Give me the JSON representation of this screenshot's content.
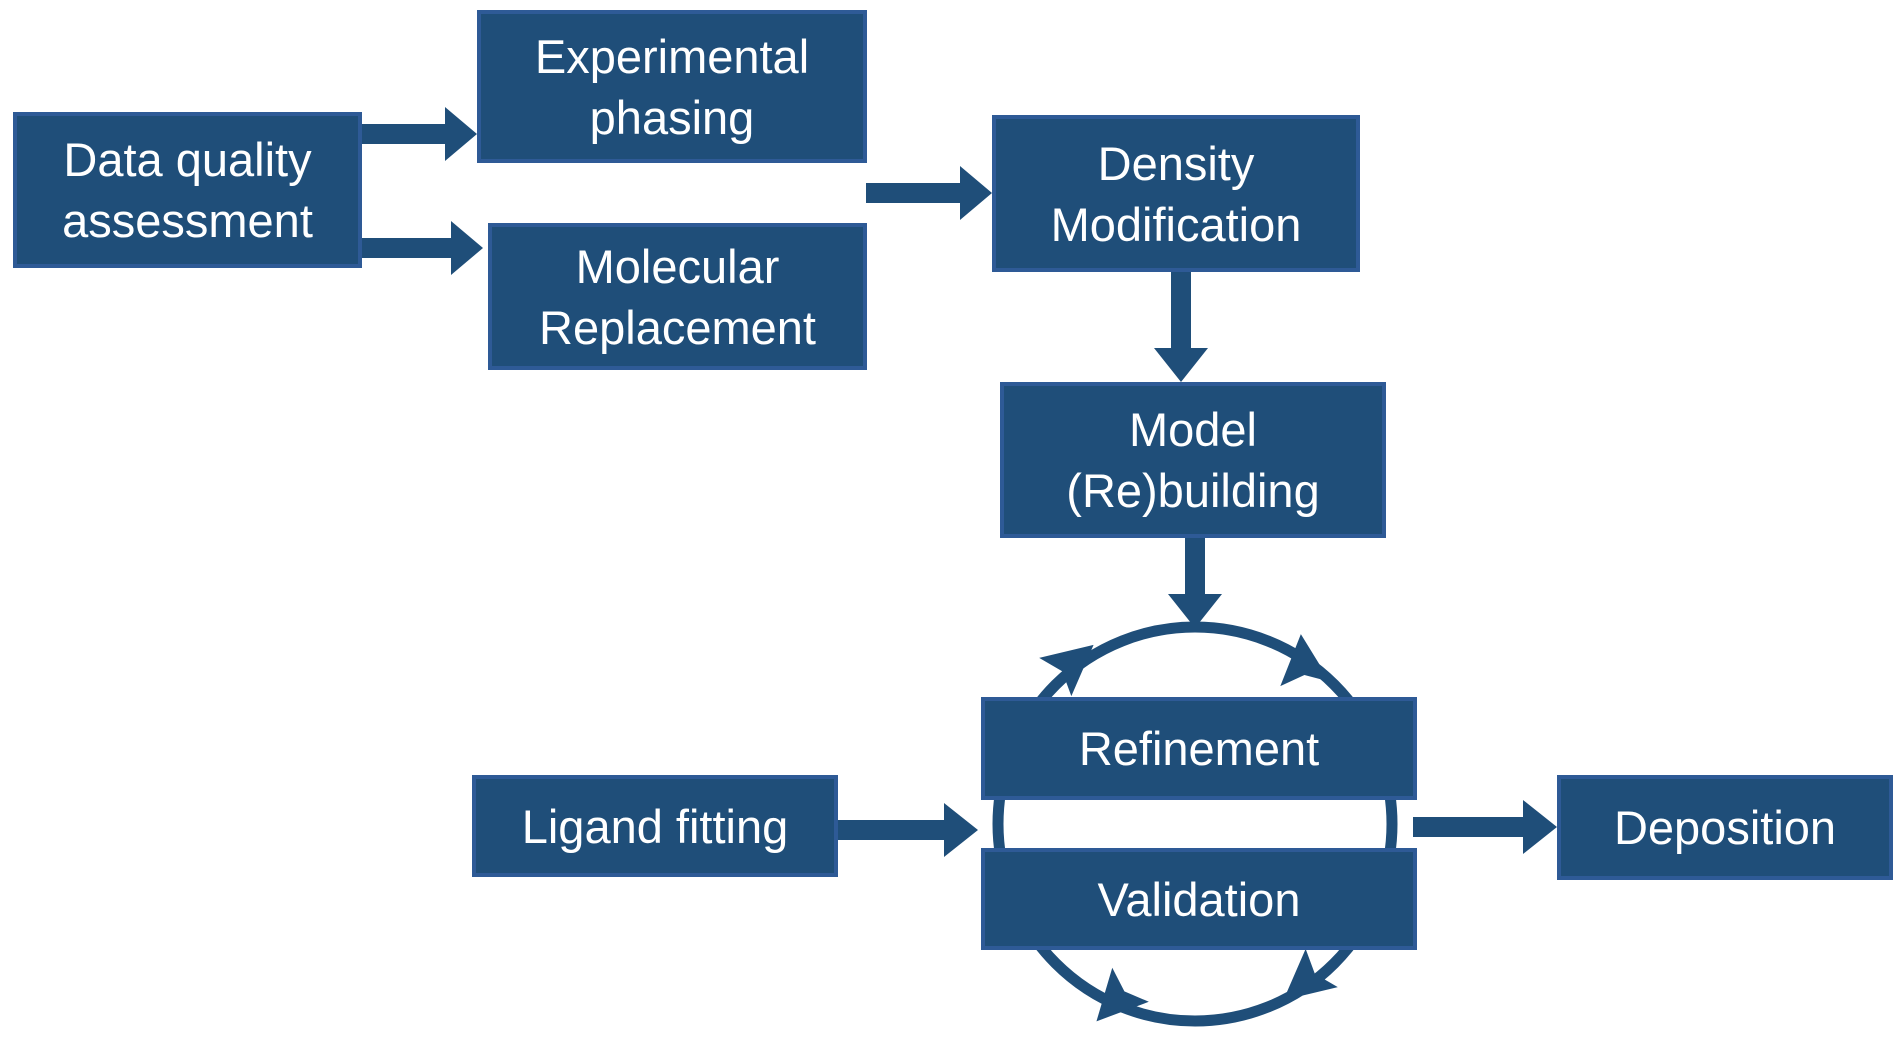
{
  "diagram": {
    "background_color": "#ffffff",
    "colors": {
      "box_fill": "#1F4E79",
      "box_border": "#2E5A96",
      "arrow": "#1F4E79",
      "text": "#ffffff"
    },
    "nodes": {
      "data_quality_assessment": {
        "line1": "Data quality",
        "line2": "assessment"
      },
      "experimental_phasing": {
        "line1": "Experimental",
        "line2": "phasing"
      },
      "molecular_replacement": {
        "line1": "Molecular",
        "line2": "Replacement"
      },
      "density_modification": {
        "line1": "Density",
        "line2": "Modification"
      },
      "model_rebuilding": {
        "line1": "Model",
        "line2": "(Re)building"
      },
      "refinement": {
        "label": "Refinement"
      },
      "validation": {
        "label": "Validation"
      },
      "ligand_fitting": {
        "label": "Ligand fitting"
      },
      "deposition": {
        "label": "Deposition"
      }
    },
    "edges": [
      {
        "from": "data_quality_assessment",
        "to": "experimental_phasing"
      },
      {
        "from": "data_quality_assessment",
        "to": "molecular_replacement"
      },
      {
        "from": [
          "experimental_phasing",
          "molecular_replacement"
        ],
        "to": "density_modification"
      },
      {
        "from": "density_modification",
        "to": "model_rebuilding"
      },
      {
        "from": "model_rebuilding",
        "to": "refinement_validation_cycle"
      },
      {
        "from": "ligand_fitting",
        "to": "refinement_validation_cycle"
      },
      {
        "from": "refinement_validation_cycle",
        "to": "deposition"
      },
      {
        "type": "cycle",
        "between": [
          "refinement",
          "validation"
        ]
      }
    ]
  }
}
